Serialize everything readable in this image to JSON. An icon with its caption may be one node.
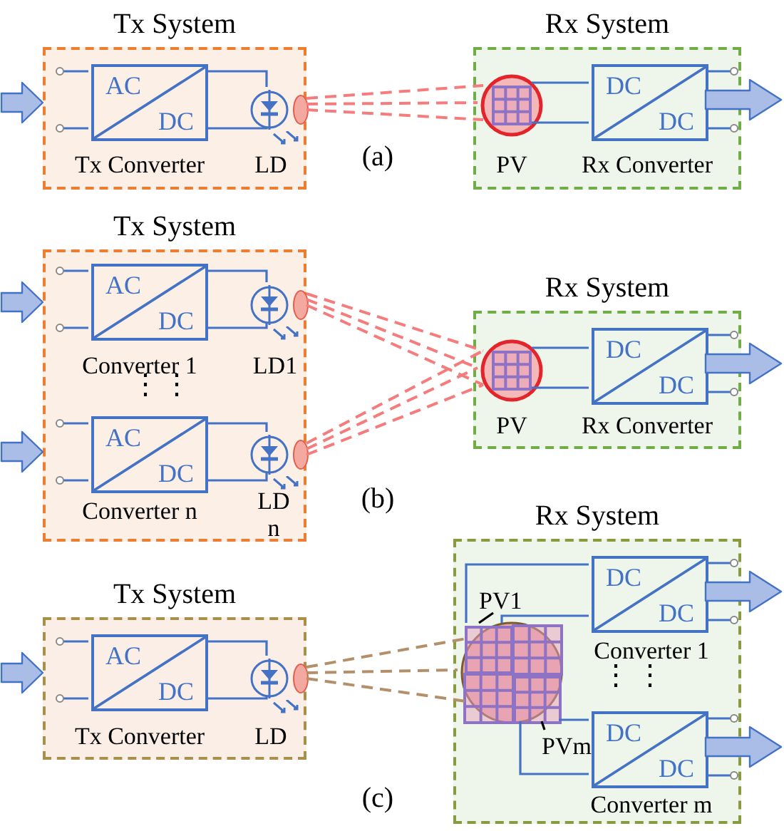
{
  "diagram": {
    "nodes": [
      {
        "text": [
          "Tx System"
        ]
      },
      {
        "text": [
          "AC",
          "DC"
        ],
        "beside": [
          "Tx Converter"
        ],
        "in": 0
      },
      {
        "text": [],
        "shape": "circle",
        "beside": [
          "LD"
        ],
        "in": 0
      },
      {
        "text": [
          "Rx System"
        ]
      },
      {
        "text": [],
        "shape": "circle",
        "beside": [
          "PV"
        ],
        "in": 3
      },
      {
        "text": [
          "DC",
          "DC"
        ],
        "beside": [
          "Rx Converter"
        ],
        "in": 3
      },
      {
        "text": [
          "Tx System"
        ]
      },
      {
        "text": [
          "AC",
          "DC"
        ],
        "beside": [
          "Converter 1"
        ],
        "in": 6
      },
      {
        "text": [],
        "shape": "circle",
        "beside": [
          "LD1"
        ],
        "in": 6
      },
      {
        "text": [
          "AC",
          "DC"
        ],
        "beside": [
          "Converter n"
        ],
        "in": 6
      },
      {
        "text": [],
        "shape": "circle",
        "beside": [
          "LD n"
        ],
        "in": 6
      },
      {
        "text": [
          "Rx System"
        ]
      },
      {
        "text": [],
        "shape": "circle",
        "beside": [
          "PV"
        ],
        "in": 11
      },
      {
        "text": [
          "DC",
          "DC"
        ],
        "beside": [
          "Rx Converter"
        ],
        "in": 11
      },
      {
        "text": [
          "Tx System"
        ]
      },
      {
        "text": [
          "AC",
          "DC"
        ],
        "beside": [
          "Tx Converter"
        ],
        "in": 14
      },
      {
        "text": [],
        "shape": "circle",
        "beside": [
          "LD"
        ],
        "in": 14
      },
      {
        "text": [
          "Rx System"
        ]
      },
      {
        "text": [],
        "shape": "circle",
        "in": 17
      },
      {
        "text": [],
        "shape": "box",
        "in": 18
      },
      {
        "text": [],
        "shape": "box",
        "in": 18
      },
      {
        "text": [
          "PV1"
        ],
        "in": 17
      },
      {
        "text": [
          "DC",
          "DC"
        ],
        "beside": [
          "Converter 1"
        ],
        "in": 17
      },
      {
        "text": [
          "PVm"
        ],
        "in": 17
      },
      {
        "text": [
          "DC",
          "DC"
        ],
        "beside": [
          "Converter m"
        ],
        "in": 17
      }
    ],
    "edges": [
      {
        "from": null,
        "to": 0,
        "arrow": "to",
        "style": "thick",
        "color": "#a9bde6"
      },
      {
        "from": 1,
        "to": 2,
        "arrow": "none"
      },
      {
        "from": 1,
        "to": 2,
        "arrow": "none"
      },
      {
        "from": 2,
        "to": 4,
        "arrow": "none",
        "style": "dashed",
        "color": "#f47c7c"
      },
      {
        "from": 2,
        "to": 4,
        "arrow": "none",
        "style": "dashed",
        "color": "#f47c7c"
      },
      {
        "from": 2,
        "to": 4,
        "arrow": "none",
        "style": "dashed",
        "color": "#f47c7c"
      },
      {
        "from": 4,
        "to": 5,
        "arrow": "none"
      },
      {
        "from": 4,
        "to": 5,
        "arrow": "none"
      },
      {
        "from": 5,
        "to": null,
        "arrow": "to",
        "style": "thick",
        "color": "#a9bde6"
      },
      {
        "from": null,
        "to": 6,
        "arrow": "to",
        "style": "thick",
        "color": "#a9bde6"
      },
      {
        "from": null,
        "to": 6,
        "arrow": "to",
        "style": "thick",
        "color": "#a9bde6"
      },
      {
        "from": 7,
        "to": 8,
        "arrow": "none"
      },
      {
        "from": 7,
        "to": 8,
        "arrow": "none"
      },
      {
        "from": 9,
        "to": 10,
        "arrow": "none"
      },
      {
        "from": 9,
        "to": 10,
        "arrow": "none"
      },
      {
        "from": 8,
        "to": 12,
        "arrow": "none",
        "style": "dashed",
        "color": "#f47c7c"
      },
      {
        "from": 8,
        "to": 12,
        "arrow": "none",
        "style": "dashed",
        "color": "#f47c7c"
      },
      {
        "from": 8,
        "to": 12,
        "arrow": "none",
        "style": "dashed",
        "color": "#f47c7c"
      },
      {
        "from": 10,
        "to": 12,
        "arrow": "none",
        "style": "dashed",
        "color": "#f47c7c"
      },
      {
        "from": 10,
        "to": 12,
        "arrow": "none",
        "style": "dashed",
        "color": "#f47c7c"
      },
      {
        "from": 10,
        "to": 12,
        "arrow": "none",
        "style": "dashed",
        "color": "#f47c7c"
      },
      {
        "from": 12,
        "to": 13,
        "arrow": "none"
      },
      {
        "from": 12,
        "to": 13,
        "arrow": "none"
      },
      {
        "from": 13,
        "to": null,
        "arrow": "to",
        "style": "thick",
        "color": "#a9bde6"
      },
      {
        "from": null,
        "to": 14,
        "arrow": "to",
        "style": "thick",
        "color": "#a9bde6"
      },
      {
        "from": 15,
        "to": 16,
        "arrow": "none"
      },
      {
        "from": 15,
        "to": 16,
        "arrow": "none"
      },
      {
        "from": 16,
        "to": 18,
        "arrow": "none",
        "style": "dashed",
        "color": "#b4906a"
      },
      {
        "from": 16,
        "to": 18,
        "arrow": "none",
        "style": "dashed",
        "color": "#b4906a"
      },
      {
        "from": 16,
        "to": 18,
        "arrow": "none",
        "style": "dashed",
        "color": "#b4906a"
      },
      {
        "from": 21,
        "to": 19,
        "arrow": "none",
        "color": "#000000"
      },
      {
        "from": 23,
        "to": 20,
        "arrow": "none",
        "color": "#000000"
      },
      {
        "from": 19,
        "to": 22,
        "arrow": "none"
      },
      {
        "from": 19,
        "to": 22,
        "arrow": "none"
      },
      {
        "from": 20,
        "to": 24,
        "arrow": "none"
      },
      {
        "from": 20,
        "to": 24,
        "arrow": "none"
      },
      {
        "from": 22,
        "to": null,
        "arrow": "to",
        "style": "thick",
        "color": "#a9bde6"
      },
      {
        "from": 24,
        "to": null,
        "arrow": "to",
        "style": "thick",
        "color": "#a9bde6"
      }
    ],
    "labels": [
      "(a)",
      "⋮",
      "⋮",
      "(b)",
      "⋮",
      "⋮",
      "(c)"
    ]
  }
}
